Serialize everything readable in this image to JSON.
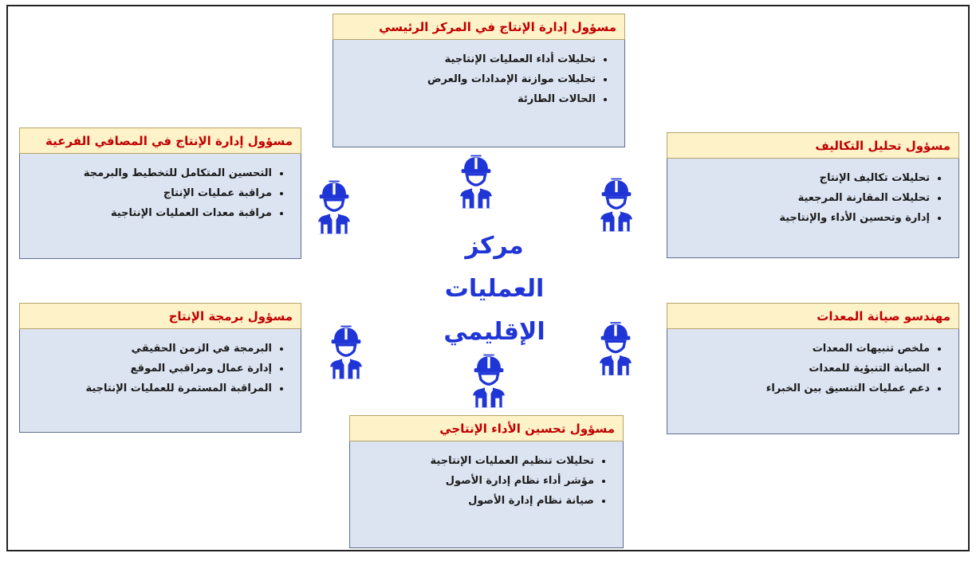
{
  "center": {
    "lines": [
      "مركز",
      "العمليات",
      "الإقليمي"
    ]
  },
  "cards": {
    "top": {
      "title": "مسؤول إدارة الإنتاج في المركز الرئيسي",
      "items": [
        "تحليلات أداء العمليات الإنتاجية",
        "تحليلات موازنة الإمدادات والعرض",
        "الحالات الطارئة"
      ]
    },
    "left_upper": {
      "title": "مسؤول إدارة الإنتاج في المصافي الفرعية",
      "items": [
        "التحسين المتكامل للتخطيط والبرمجة",
        "مراقبة عمليات الإنتاج",
        "مراقبة معدات العمليات الإنتاجية"
      ]
    },
    "right_upper": {
      "title": "مسؤول تحليل التكاليف",
      "items": [
        "تحليلات تكاليف الإنتاج",
        "تحليلات المقارنة المرجعية",
        "إدارة وتحسين الأداء والإنتاجية"
      ]
    },
    "left_lower": {
      "title": "مسؤول برمجة الإنتاج",
      "items": [
        "البرمجة في الزمن الحقيقي",
        "إدارة عمال ومراقبي الموقع",
        "المراقبة المستمرة للعمليات الإنتاجية"
      ]
    },
    "right_lower": {
      "title": "مهندسو صيانة المعدات",
      "items": [
        "ملخص تنبيهات المعدات",
        "الصيانة التنبؤية للمعدات",
        "دعم عمليات التنسيق بين الخبراء"
      ]
    },
    "bottom": {
      "title": "مسؤول تحسين الأداء الإنتاجي",
      "items": [
        "تحليلات تنظيم العمليات الإنتاجية",
        "مؤشر أداء نظام إدارة الأصول",
        "صيانة نظام إدارة الأصول"
      ]
    }
  },
  "colors": {
    "worker": "#1f35d6",
    "title": "#c00000",
    "header_bg": "#fef2c8",
    "body_bg": "#dce3f1"
  },
  "icons": {
    "worker": "worker-hardhat-icon"
  }
}
